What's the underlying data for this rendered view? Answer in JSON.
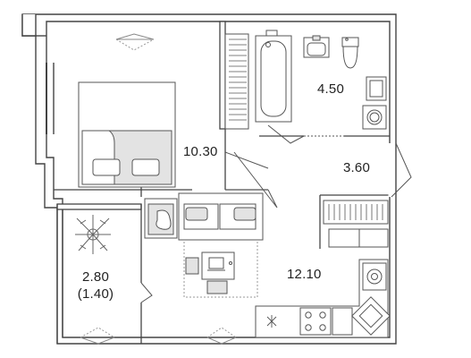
{
  "floor_plan": {
    "rooms": [
      {
        "id": "bedroom",
        "area": "10.30"
      },
      {
        "id": "bathroom",
        "area": "4.50"
      },
      {
        "id": "hallway",
        "area": "3.60"
      },
      {
        "id": "kitchen_living",
        "area": "12.10"
      },
      {
        "id": "loggia",
        "area": "2.80",
        "area_reduced": "(1.40)"
      }
    ]
  },
  "colors": {
    "wall": "#444444",
    "wall_fill": "#ffffff",
    "line": "#555555",
    "furniture_fill": "#e3e3e3",
    "accent_fill": "#d6d6d6",
    "background": "#ffffff"
  }
}
